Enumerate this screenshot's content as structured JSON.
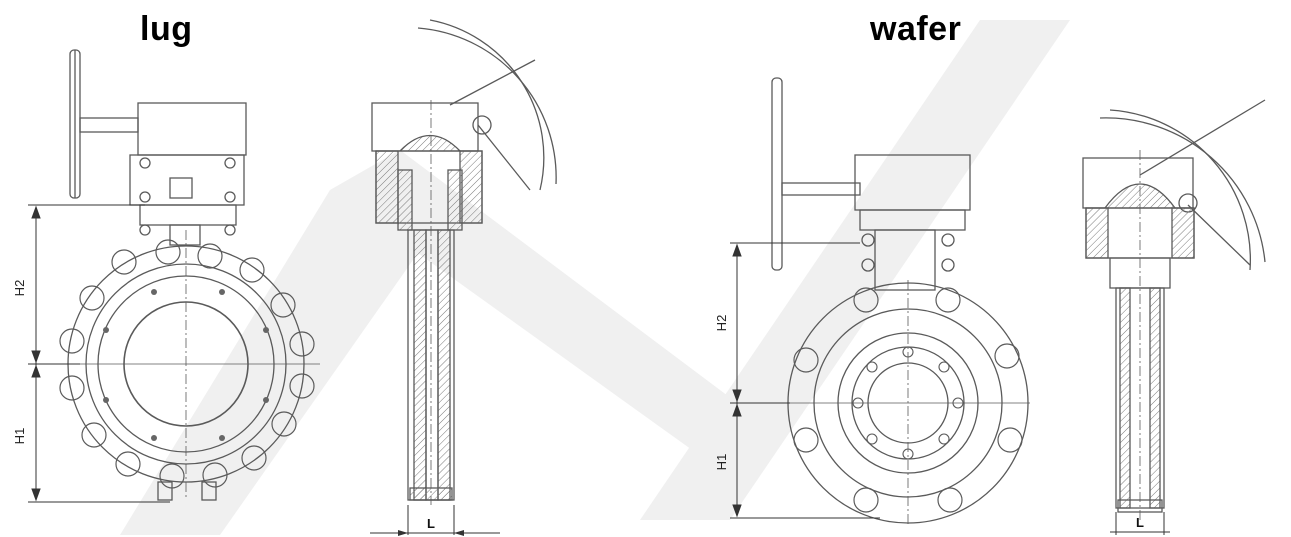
{
  "panels": {
    "lug": {
      "title": "lug",
      "dims": {
        "h1": "H1",
        "h2": "H2",
        "l": "L"
      }
    },
    "wafer": {
      "title": "wafer",
      "dims": {
        "h1": "H1",
        "h2": "H2",
        "l": "L"
      }
    }
  },
  "colors": {
    "line": "#5a5a5a",
    "hatch": "#8a8a8a",
    "watermark": "#eeeeee"
  }
}
